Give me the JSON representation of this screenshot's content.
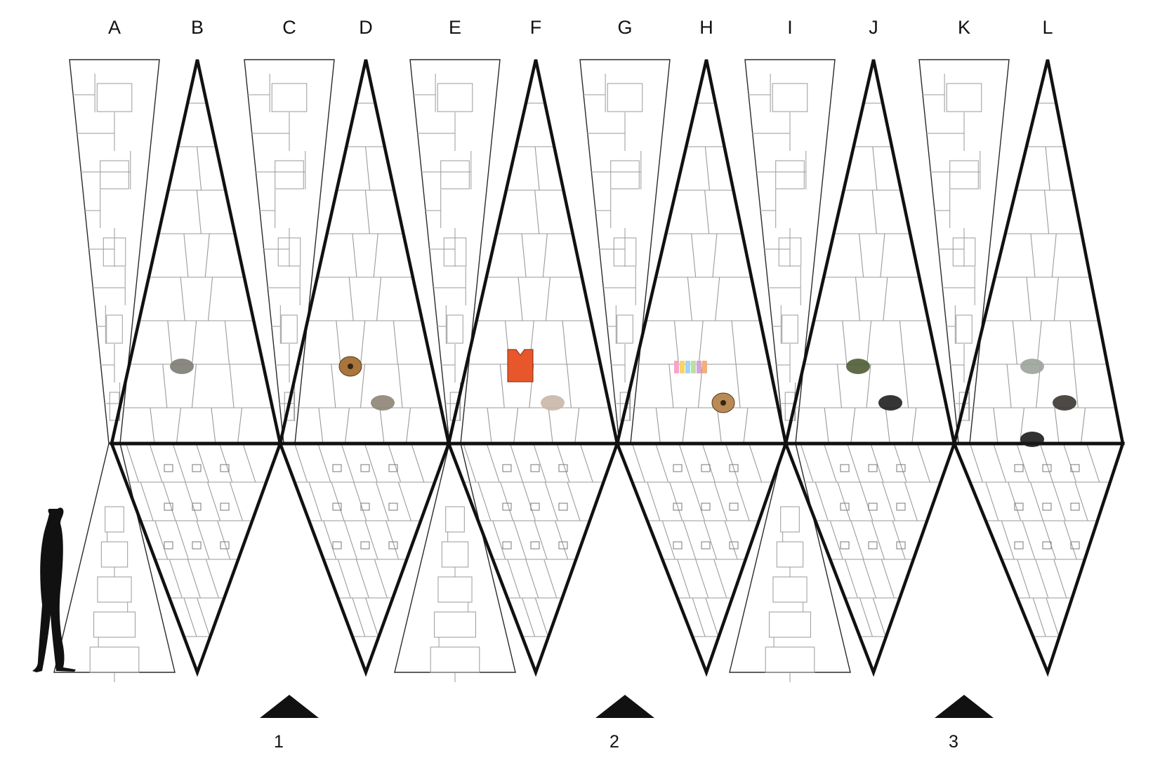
{
  "column_labels": [
    "A",
    "B",
    "C",
    "D",
    "E",
    "F",
    "G",
    "H",
    "I",
    "J",
    "K",
    "L"
  ],
  "markers": [
    {
      "label": "1",
      "after_column": "C"
    },
    {
      "label": "2",
      "after_column": "G"
    },
    {
      "label": "3",
      "after_column": "K"
    }
  ],
  "colors": {
    "ink": "#111111",
    "cell_line": "#9a9a9a",
    "panel_line": "#2a2a2a",
    "background": "#ffffff"
  },
  "objects": [
    {
      "name": "life-vest",
      "column": "F",
      "color": "#e8572b"
    },
    {
      "name": "chalk-set",
      "column": "H",
      "color": "#d9a3d8"
    },
    {
      "name": "wooden-disc",
      "column": "D",
      "color": "#a8753d"
    },
    {
      "name": "wooden-disc",
      "column": "H",
      "color": "#b88a55"
    },
    {
      "name": "stone-cluster",
      "column": "B",
      "color": "#7c7c74"
    },
    {
      "name": "driftwood",
      "column": "D",
      "color": "#8d8576"
    },
    {
      "name": "coral-piece",
      "column": "F",
      "color": "#c9b6a8"
    },
    {
      "name": "moss-clump",
      "column": "J",
      "color": "#4f5b35"
    },
    {
      "name": "cloth-sample",
      "column": "J",
      "color": "#1f1f1f"
    },
    {
      "name": "shell",
      "column": "L",
      "color": "#9aa39a"
    },
    {
      "name": "rock",
      "column": "L",
      "color": "#3a3530"
    },
    {
      "name": "helmet",
      "column": "L",
      "color": "#1b1b1b"
    }
  ],
  "figure": {
    "name": "walking-figure-silhouette"
  }
}
